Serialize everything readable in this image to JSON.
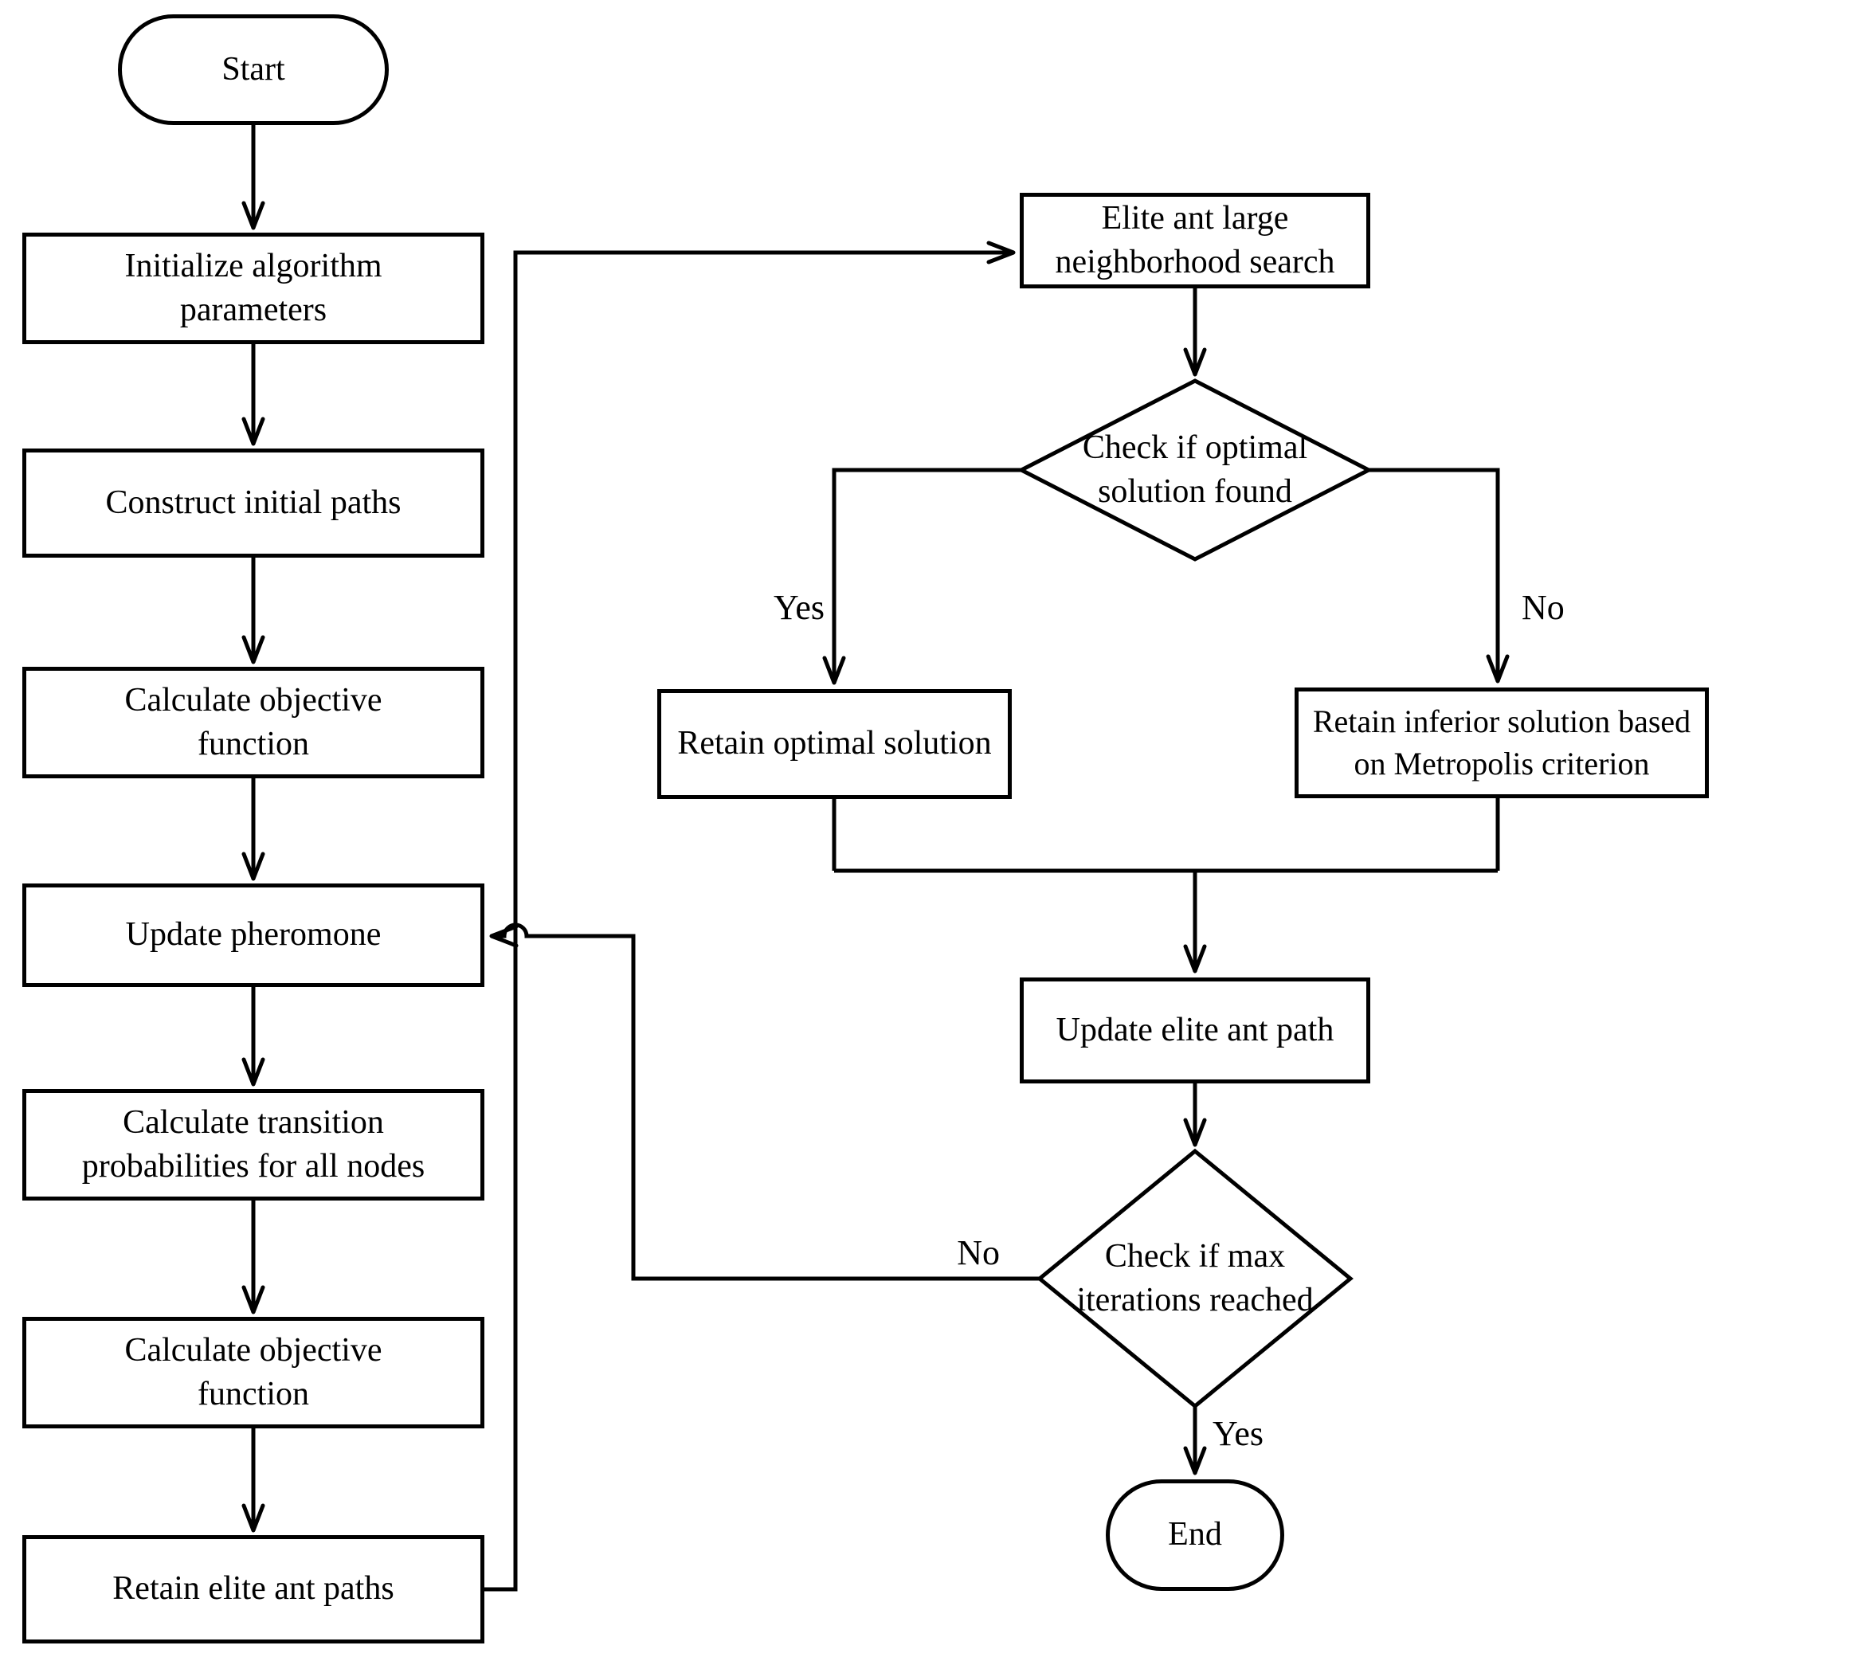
{
  "diagram": {
    "background_color": "#ffffff",
    "line_color": "#000000",
    "nodes": {
      "start": "Start",
      "initialize": "Initialize algorithm\nparameters",
      "construct": "Construct initial paths",
      "objective1": "Calculate objective\nfunction",
      "update_pheromone": "Update pheromone",
      "transition": "Calculate transition\nprobabilities for all nodes",
      "objective2": "Calculate objective\nfunction",
      "retain_elite": "Retain elite ant paths",
      "elite_search": "Elite ant large\nneighborhood search",
      "check_optimal": "Check if optimal\nsolution found",
      "retain_optimal": "Retain optimal solution",
      "retain_inferior": "Retain inferior solution based\non Metropolis criterion",
      "update_elite_path": "Update elite ant path",
      "check_max_iter": "Check if max\niterations reached",
      "end": "End"
    },
    "edge_labels": {
      "optimal_yes": "Yes",
      "optimal_no": "No",
      "max_iter_no": "No",
      "max_iter_yes": "Yes"
    }
  }
}
